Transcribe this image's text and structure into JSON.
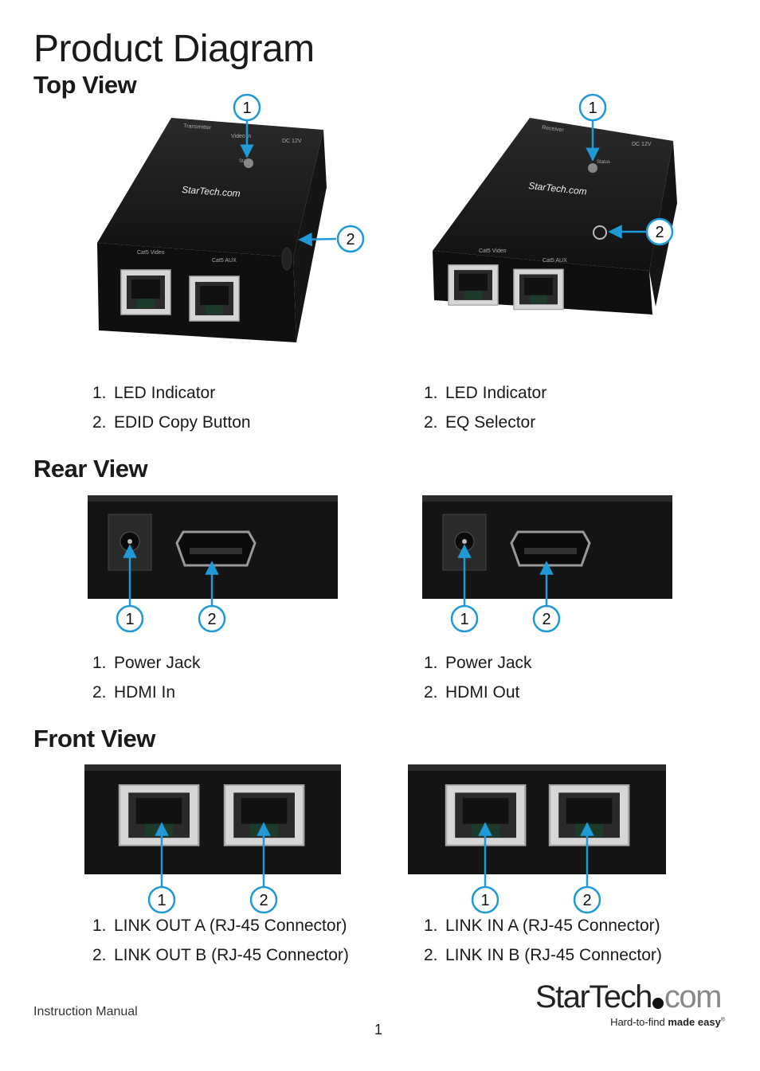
{
  "title": "Product Diagram",
  "sections": {
    "top": {
      "heading": "Top View",
      "left": {
        "callout_1": "1",
        "callout_2": "2",
        "device_labels": {
          "model": "Transmitter",
          "video_in": "Video In",
          "dc": "DC 12V",
          "status": "Status",
          "brand": "StarTech.com",
          "port_a": "Cat5 Video",
          "port_b": "Cat5 AUX"
        },
        "items": [
          {
            "num": "1.",
            "label": "LED Indicator"
          },
          {
            "num": "2.",
            "label": "EDID Copy Button"
          }
        ]
      },
      "right": {
        "callout_1": "1",
        "callout_2": "2",
        "device_labels": {
          "model": "Receiver",
          "dc": "DC 12V",
          "status": "Status",
          "brand": "StarTech.com",
          "port_a": "Cat5 Video",
          "port_b": "Cat5 AUX"
        },
        "items": [
          {
            "num": "1.",
            "label": "LED Indicator"
          },
          {
            "num": "2.",
            "label": "EQ Selector"
          }
        ]
      }
    },
    "rear": {
      "heading": "Rear View",
      "left": {
        "callout_1": "1",
        "callout_2": "2",
        "items": [
          {
            "num": "1.",
            "label": "Power Jack"
          },
          {
            "num": "2.",
            "label": "HDMI In"
          }
        ]
      },
      "right": {
        "callout_1": "1",
        "callout_2": "2",
        "items": [
          {
            "num": "1.",
            "label": "Power Jack"
          },
          {
            "num": "2.",
            "label": "HDMI Out"
          }
        ]
      }
    },
    "front": {
      "heading": "Front View",
      "left": {
        "callout_1": "1",
        "callout_2": "2",
        "items": [
          {
            "num": "1.",
            "label": "LINK OUT A (RJ-45 Connector)"
          },
          {
            "num": "2.",
            "label": "LINK OUT B (RJ-45 Connector)"
          }
        ]
      },
      "right": {
        "callout_1": "1",
        "callout_2": "2",
        "items": [
          {
            "num": "1.",
            "label": "LINK IN A (RJ-45 Connector)"
          },
          {
            "num": "2.",
            "label": "LINK IN B (RJ-45 Connector)"
          }
        ]
      }
    }
  },
  "footer": {
    "doc_type": "Instruction Manual",
    "page_number": "1",
    "logo_main": "StarTech",
    "logo_dot_com": "com",
    "logo_tagline_plain": "Hard-to-find",
    "logo_tagline_bold": "made easy",
    "logo_reg": "®"
  },
  "colors": {
    "callout": "#1f9ad6",
    "device": "#1b1b1b",
    "text": "#1a1a1a"
  },
  "icons": [
    "power-jack-icon",
    "hdmi-port-icon",
    "rj45-port-icon",
    "led-indicator-icon",
    "eq-selector-icon"
  ]
}
